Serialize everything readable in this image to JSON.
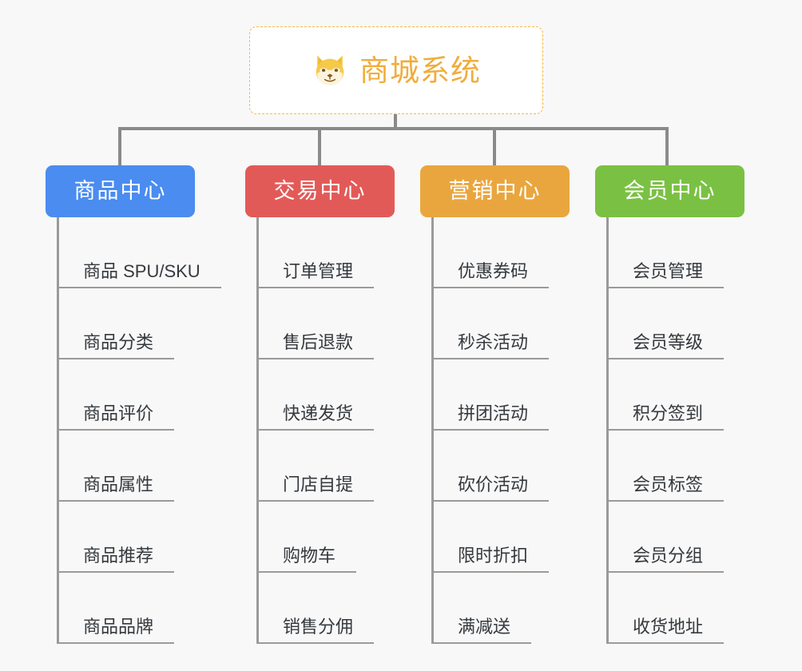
{
  "diagram": {
    "type": "organization-tree",
    "background_color": "#f8f8f8",
    "root": {
      "title": "商城系统",
      "icon": "shiba-dog-face-icon",
      "icon_color": "#f7c948",
      "text_color": "#f0ad3c",
      "border_color": "#f0b94a",
      "border_style": "dashed",
      "background_color": "#ffffff"
    },
    "connector_color": "#8a8a8a",
    "branch_line_color": "#9a9a9a",
    "leaf_text_color": "#35393d",
    "columns": [
      {
        "title": "商品中心",
        "color": "#4a8cf0",
        "items": [
          "商品 SPU/SKU",
          "商品分类",
          "商品评价",
          "商品属性",
          "商品推荐",
          "商品品牌"
        ]
      },
      {
        "title": "交易中心",
        "color": "#e25a58",
        "items": [
          "订单管理",
          "售后退款",
          "快递发货",
          "门店自提",
          "购物车",
          "销售分佣"
        ]
      },
      {
        "title": "营销中心",
        "color": "#eaa63e",
        "items": [
          "优惠券码",
          "秒杀活动",
          "拼团活动",
          "砍价活动",
          "限时折扣",
          "满减送"
        ]
      },
      {
        "title": "会员中心",
        "color": "#7ac143",
        "items": [
          "会员管理",
          "会员等级",
          "积分签到",
          "会员标签",
          "会员分组",
          "收货地址"
        ]
      }
    ]
  }
}
